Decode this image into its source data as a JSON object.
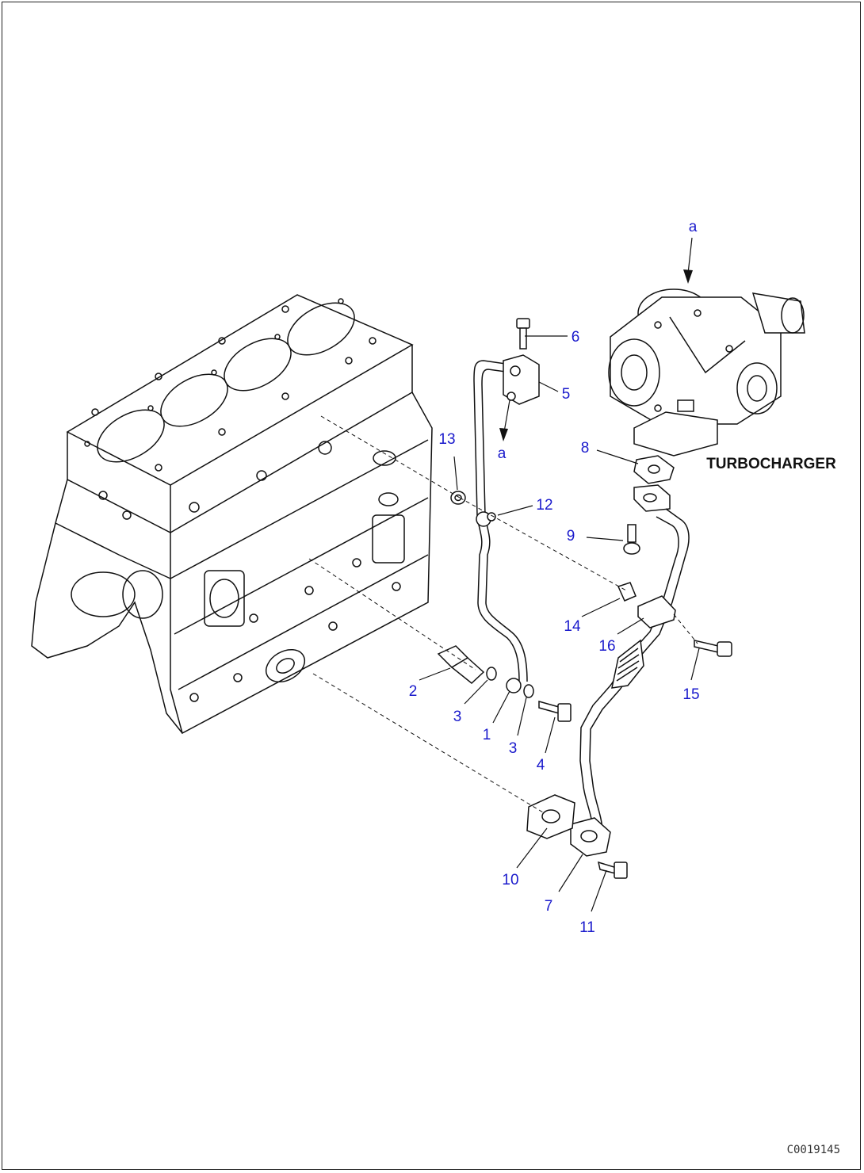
{
  "title": "TURBOCHARGER",
  "drawing_code": "C0019145",
  "reference_marks": [
    "a",
    "a"
  ],
  "callouts": [
    "1",
    "2",
    "3",
    "3",
    "4",
    "5",
    "6",
    "7",
    "8",
    "9",
    "10",
    "11",
    "12",
    "13",
    "14",
    "15",
    "16"
  ]
}
